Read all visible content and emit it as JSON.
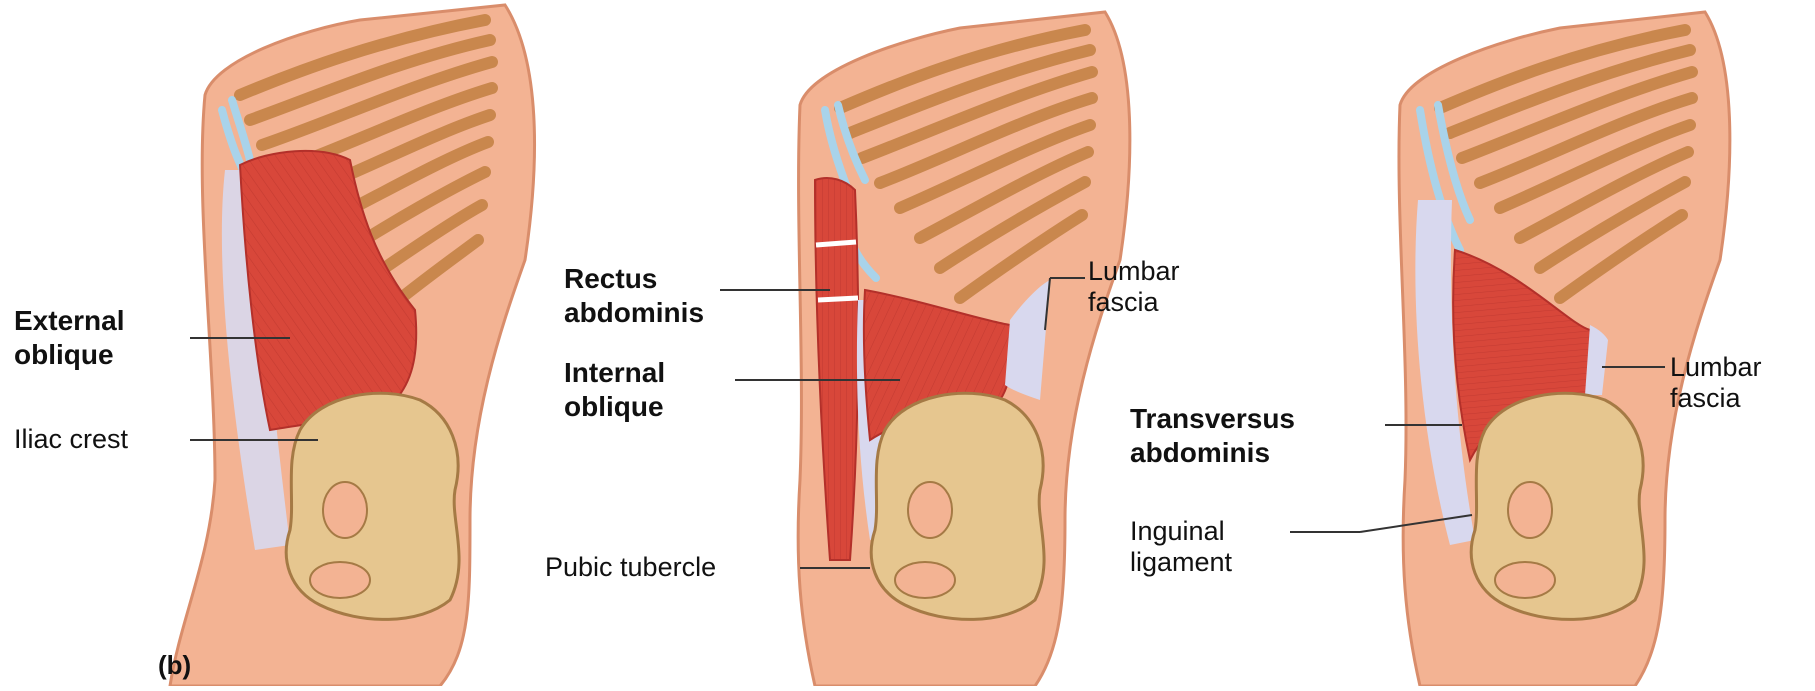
{
  "figure": {
    "panel_label": "(b)",
    "labels": {
      "external_oblique": "External\noblique",
      "iliac_crest": "Iliac crest",
      "rectus_abdominis": "Rectus\nabdominis",
      "lumbar_fascia_middle": "Lumbar\nfascia",
      "internal_oblique": "Internal\noblique",
      "pubic_tubercle": "Pubic tubercle",
      "lumbar_fascia_right": "Lumbar\nfascia",
      "transversus_abdominis": "Transversus\nabdominis",
      "inguinal_ligament": "Inguinal\nligament"
    },
    "colors": {
      "skin": "#f3b393",
      "skin_edge": "#d98d6b",
      "muscle": "#d8473a",
      "muscle_dark": "#b3302a",
      "rib": "#c9874d",
      "rib_light": "#e0a670",
      "cartilage": "#a9d3ea",
      "bone": "#e6c68f",
      "bone_edge": "#a57a45",
      "fascia": "#d8d8ee",
      "leader": "#333333"
    }
  }
}
